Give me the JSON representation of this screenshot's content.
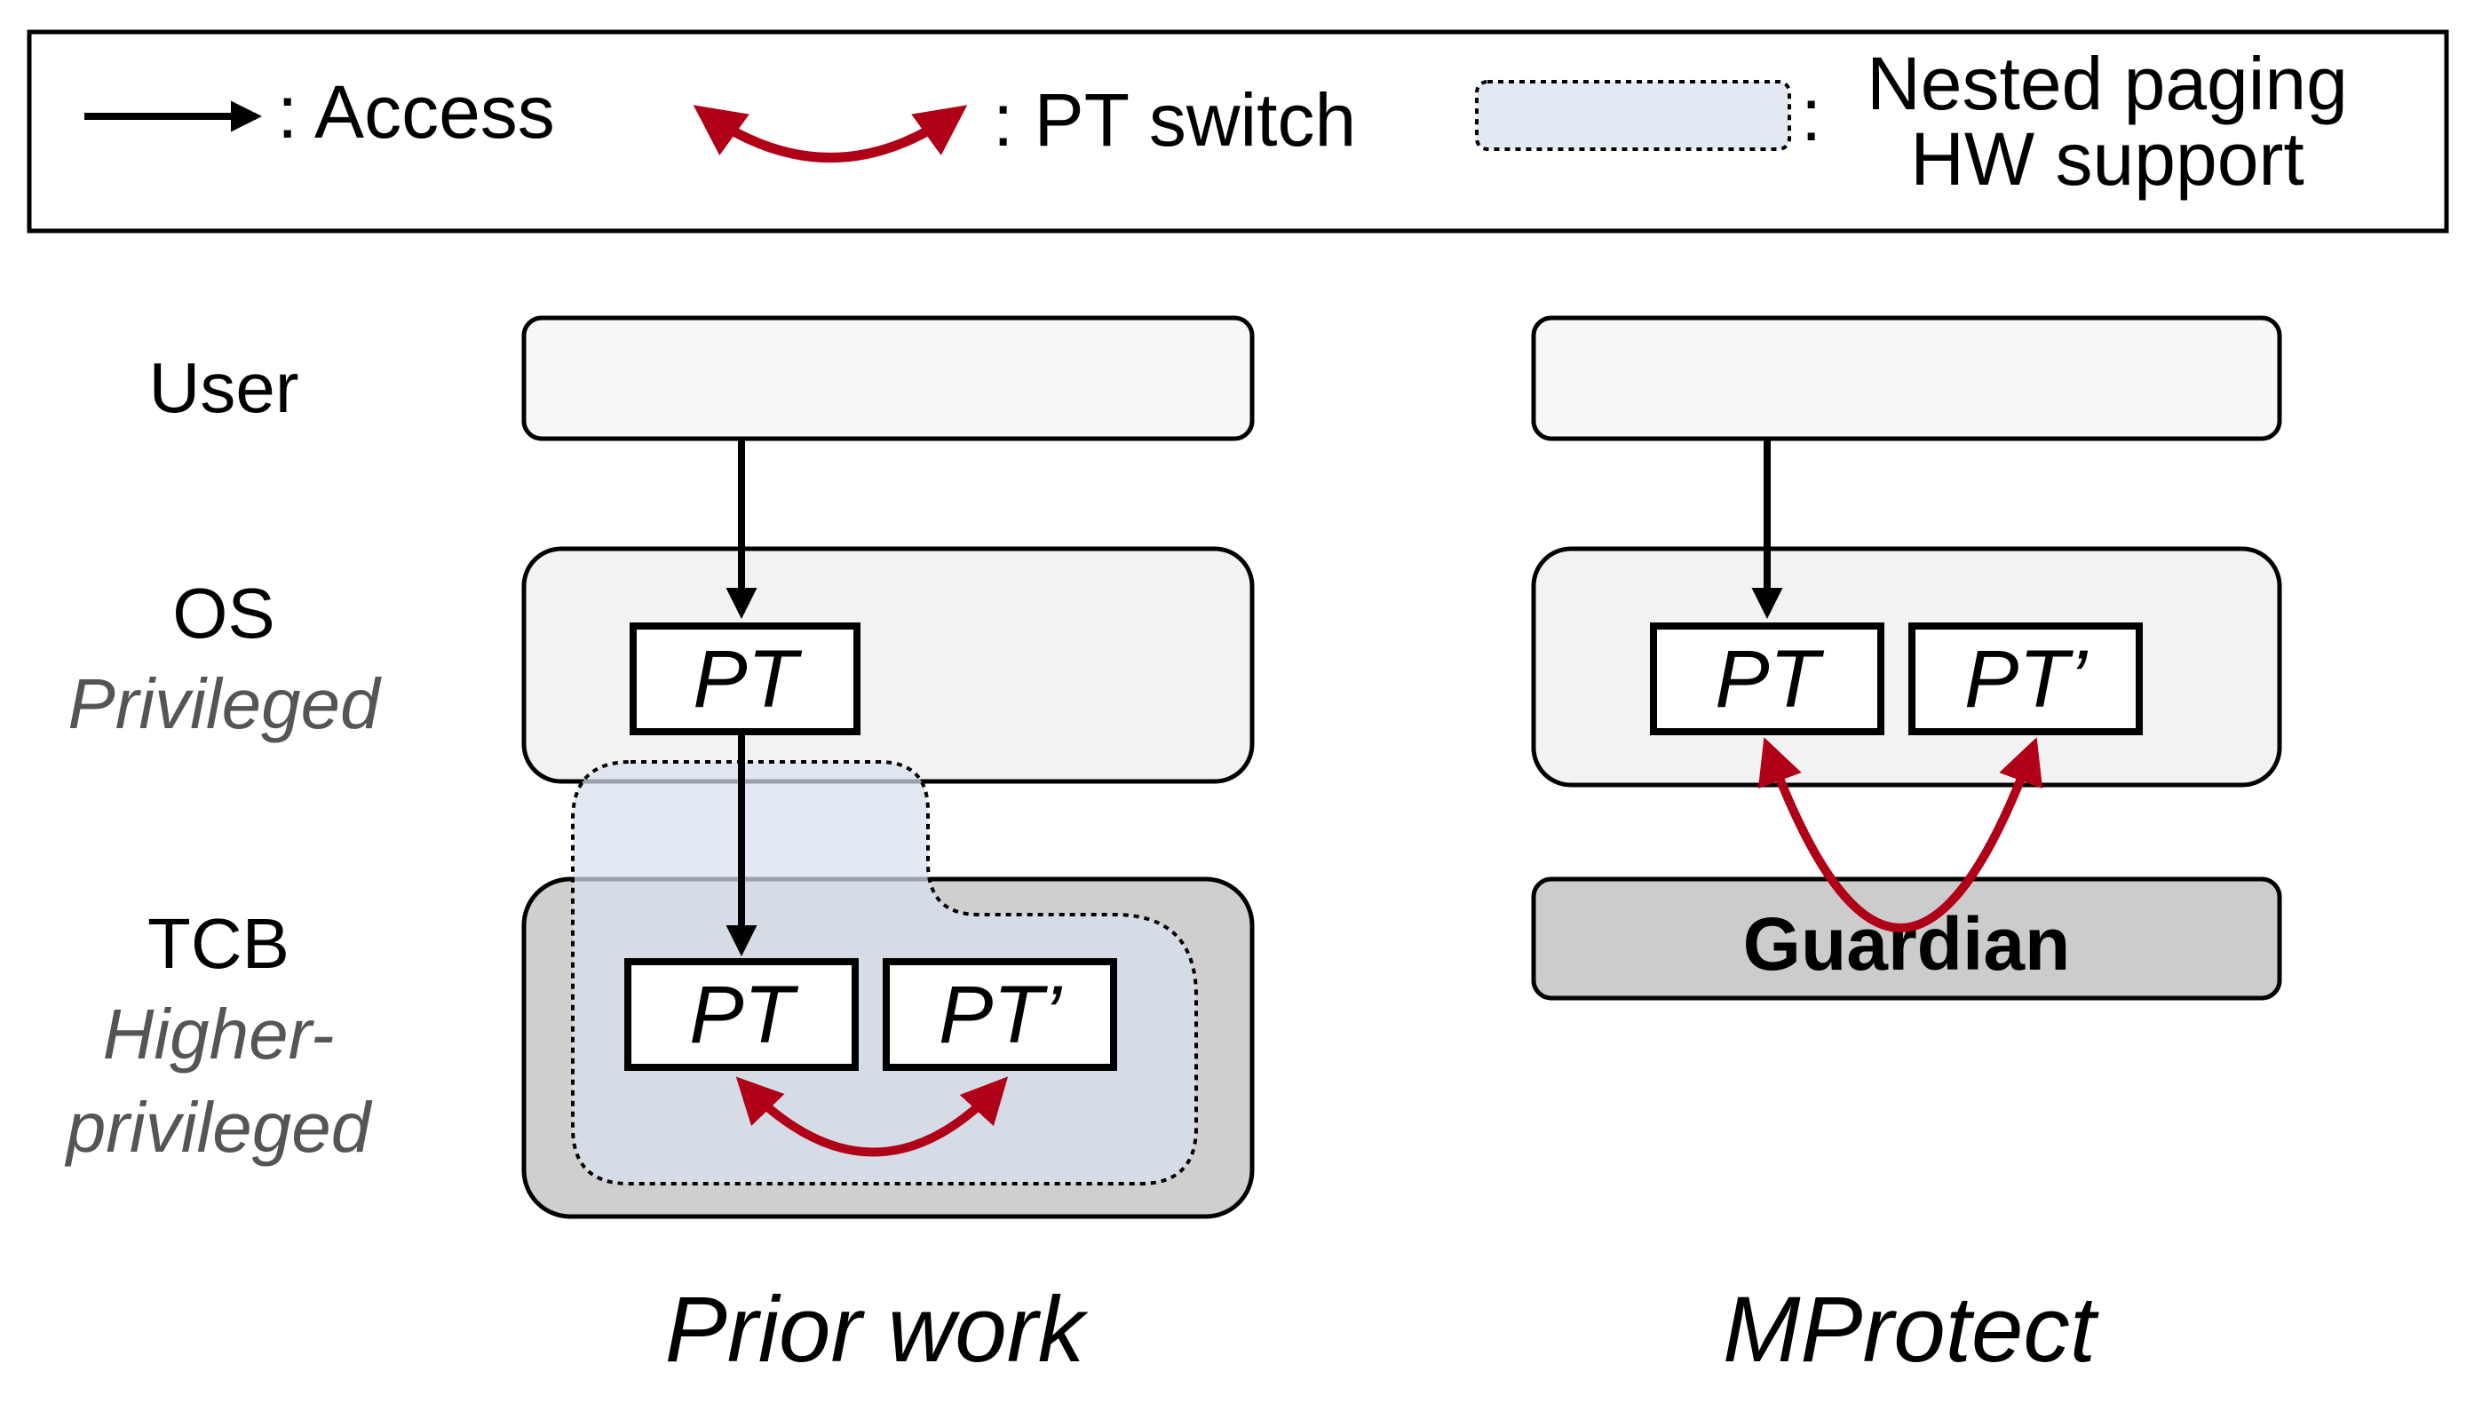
{
  "legend": {
    "access_label": ": Access",
    "switch_label": ": PT switch",
    "nested_colon": ":",
    "nested_line1": "Nested paging",
    "nested_line2": "HW support"
  },
  "rows": {
    "user": "User",
    "os": "OS",
    "os_sub": "Privileged",
    "tcb": "TCB",
    "tcb_sub1": "Higher-",
    "tcb_sub2": "privileged"
  },
  "prior_work": {
    "caption": "Prior work",
    "os_pt": "PT",
    "tcb_pt": "PT",
    "tcb_pt_prime": "PT’"
  },
  "mprotect": {
    "caption": "MProtect",
    "pt": "PT",
    "pt_prime": "PT’",
    "guardian": "Guardian"
  },
  "colors": {
    "arrow_access": "#000000",
    "arrow_switch": "#b00017",
    "user_fill": "#f7f7f7",
    "os_fill": "#f2f2f2",
    "tcb_fill": "#cfcfcf",
    "nested_fill": "#d7e0ee",
    "guardian_fill": "#cccccc",
    "gray_text": "#555555"
  }
}
